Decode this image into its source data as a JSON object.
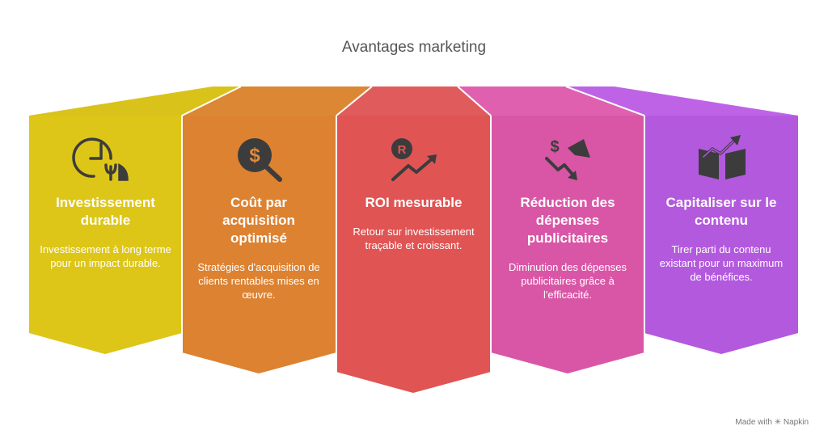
{
  "title": "Avantages marketing",
  "colors": {
    "yellow": "#DDC618",
    "yellow_top": "#D9C31A",
    "orange": "#DC8231",
    "orange_top": "#DC8733",
    "red": "#E05453",
    "red_top": "#E05C5C",
    "pink": "#D956A6",
    "pink_top": "#E060B0",
    "purple": "#B359DE",
    "purple_top": "#BE63E6",
    "icon": "#3C3C3C"
  },
  "cards": [
    {
      "title": "Investissement durable",
      "desc": "Investissement à long terme pour un impact durable.",
      "icon": "clock-with-plant-icon"
    },
    {
      "title": "Coût par acquisition optimisé",
      "desc": "Stratégies d'acquisition de clients rentables mises en œuvre.",
      "icon": "dollar-magnifier-icon"
    },
    {
      "title": "ROI mesurable",
      "desc": "Retour sur investissement traçable et croissant.",
      "icon": "coin-growth-arrow-icon"
    },
    {
      "title": "Réduction des dépenses publicitaires",
      "desc": "Diminution des dépenses publicitaires grâce à l'efficacité.",
      "icon": "dollar-megaphone-down-icon"
    },
    {
      "title": "Capitaliser sur le contenu",
      "desc": "Tirer parti du contenu existant pour un maximum de bénéfices.",
      "icon": "book-growth-icon"
    }
  ],
  "footer": "Made with ✳ Napkin"
}
